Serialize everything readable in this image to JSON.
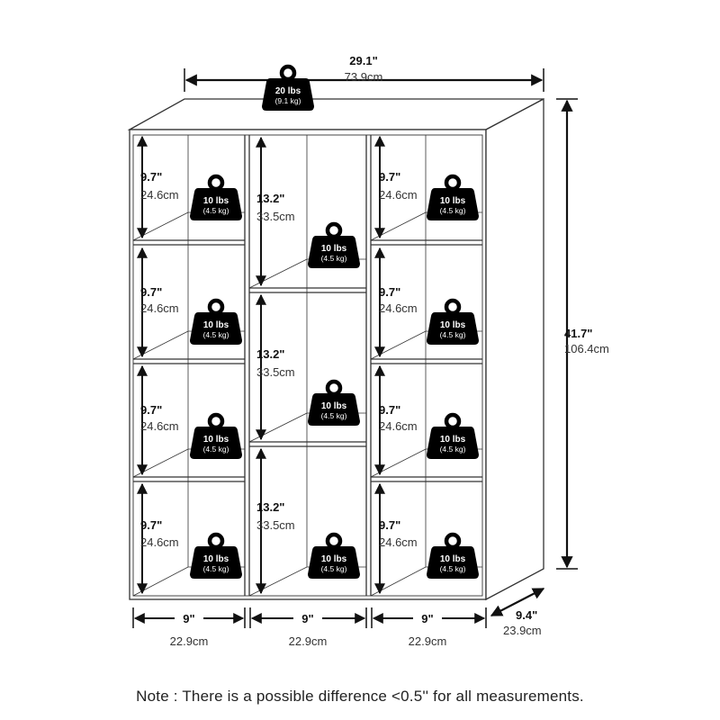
{
  "overall": {
    "width": {
      "in": "29.1\"",
      "cm": "73.9cm"
    },
    "height": {
      "in": "41.7\"",
      "cm": "106.4cm"
    },
    "depth": {
      "in": "9.4\"",
      "cm": "23.9cm"
    }
  },
  "top_load": {
    "lbs": "20 lbs",
    "kg": "(9.1 kg)"
  },
  "shelf_load": {
    "lbs": "10 lbs",
    "kg": "(4.5 kg)"
  },
  "side_cube_height": {
    "in": "9.7\"",
    "cm": "24.6cm"
  },
  "center_cube_height": {
    "in": "13.2\"",
    "cm": "33.5cm"
  },
  "column_width": {
    "in": "9\"",
    "cm": "22.9cm"
  },
  "note": "Note : There is a possible difference <0.5'' for all measurements."
}
